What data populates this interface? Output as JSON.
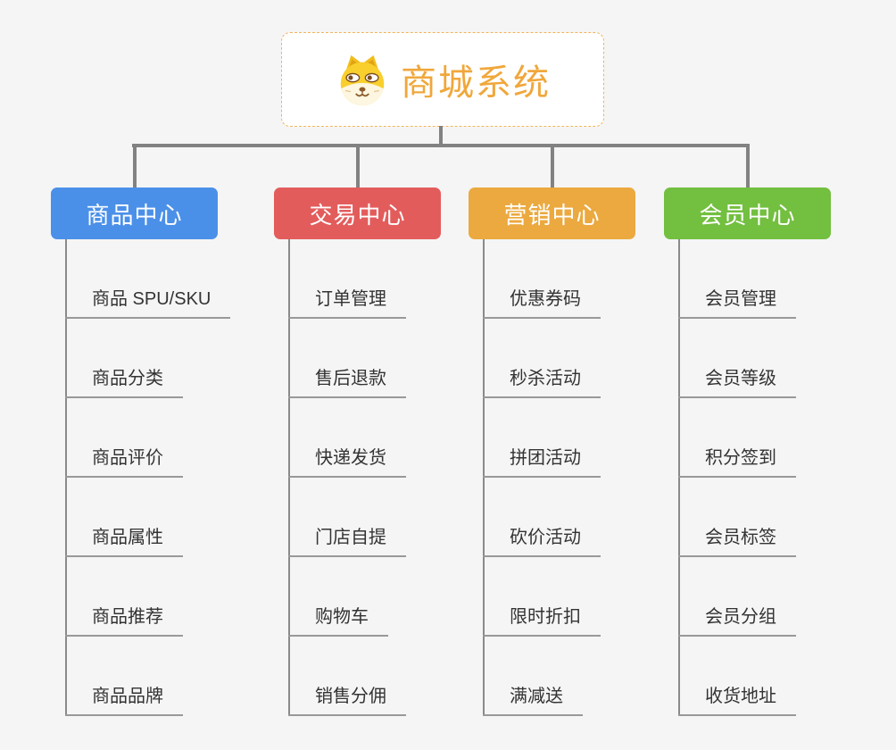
{
  "root": {
    "title": "商城系统",
    "icon": "dog-icon"
  },
  "branches": [
    {
      "label": "商品中心",
      "color": "#4b90e8",
      "children": [
        "商品 SPU/SKU",
        "商品分类",
        "商品评价",
        "商品属性",
        "商品推荐",
        "商品品牌"
      ]
    },
    {
      "label": "交易中心",
      "color": "#e35c5c",
      "children": [
        "订单管理",
        "售后退款",
        "快递发货",
        "门店自提",
        "购物车",
        "销售分佣"
      ]
    },
    {
      "label": "营销中心",
      "color": "#eba93f",
      "children": [
        "优惠券码",
        "秒杀活动",
        "拼团活动",
        "砍价活动",
        "限时折扣",
        "满减送"
      ]
    },
    {
      "label": "会员中心",
      "color": "#73bf40",
      "children": [
        "会员管理",
        "会员等级",
        "积分签到",
        "会员标签",
        "会员分组",
        "收货地址"
      ]
    }
  ],
  "colors": {
    "background": "#f5f5f5",
    "connector": "#828282",
    "root_border": "#f0b45c",
    "root_title": "#f0a73b",
    "child_text": "#333333",
    "child_underline": "#999999"
  }
}
